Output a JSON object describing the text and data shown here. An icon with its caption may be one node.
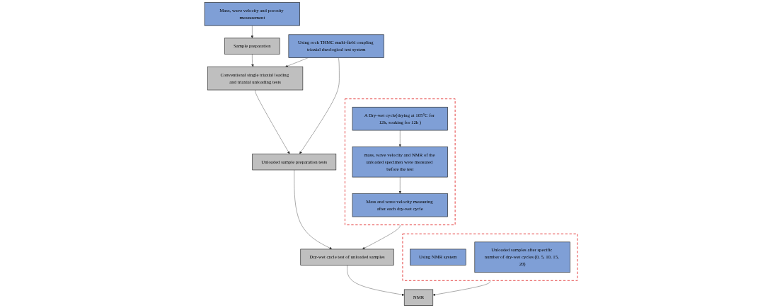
{
  "diagram": {
    "nodes": [
      {
        "text": [
          "Sample preparation"
        ]
      },
      {
        "text": [
          "Conventional single triaxial loading and triaxial unloading tests"
        ]
      },
      {
        "text": [
          "Unloaded sample preparation tests"
        ]
      },
      {
        "text": [
          "Dry-wet cycle test of unloaded samples"
        ]
      },
      {
        "text": [
          "NMR"
        ]
      },
      {
        "text": [
          "Mass, wave velocity and porosity measurement"
        ]
      },
      {
        "text": [
          "Using rock THMC multi-field coupling triaxial rheological test system"
        ]
      },
      {
        "text": [],
        "shape": "box"
      },
      {
        "text": [
          "A Dry-wet cycle(drying at 105°C for 12h, soaking for 12h )"
        ],
        "in": 7
      },
      {
        "text": [
          "mass, wave velocity and NMR of the unloaded specimen were measured before the test"
        ],
        "in": 7
      },
      {
        "text": [
          "Mass and wave velocity measuring after each dry-wet cycle"
        ],
        "in": 7
      },
      {
        "text": [],
        "shape": "box"
      },
      {
        "text": [
          "Using NMR system"
        ],
        "in": 11
      },
      {
        "text": [
          "Unloaded samples after specific number of dry-wet cycles (0, 5, 10, 15, 20)"
        ],
        "in": 11
      }
    ],
    "edges": [
      {
        "from": 0,
        "to": 1,
        "arrow": "to"
      },
      {
        "from": 1,
        "to": 2,
        "arrow": "to"
      },
      {
        "from": 2,
        "to": 3,
        "arrow": "to"
      },
      {
        "from": 3,
        "to": 4,
        "arrow": "to"
      },
      {
        "from": 5,
        "to": 0,
        "arrow": "to"
      },
      {
        "from": 6,
        "to": 1,
        "arrow": "to"
      },
      {
        "from": 6,
        "to": 2,
        "arrow": "to"
      },
      {
        "from": 8,
        "to": 9,
        "arrow": "to"
      },
      {
        "from": 9,
        "to": 10,
        "arrow": "to"
      },
      {
        "from": 7,
        "to": 3,
        "arrow": "to"
      },
      {
        "from": 11,
        "to": 4,
        "arrow": "to"
      }
    ]
  }
}
